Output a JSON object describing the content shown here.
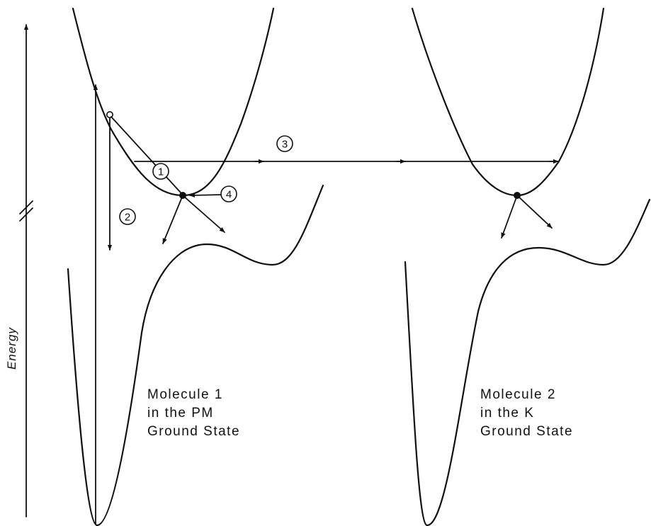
{
  "axis": {
    "label": "Energy"
  },
  "steps": [
    {
      "label": "1"
    },
    {
      "label": "2"
    },
    {
      "label": "3"
    },
    {
      "label": "4"
    }
  ],
  "molecule1": {
    "lines": [
      "Molecule 1",
      "in the PM",
      "Ground State"
    ]
  },
  "molecule2": {
    "lines": [
      "Molecule 2",
      "in the K",
      "Ground State"
    ]
  },
  "colors": {
    "ink": "#111111",
    "background": "#ffffff"
  }
}
